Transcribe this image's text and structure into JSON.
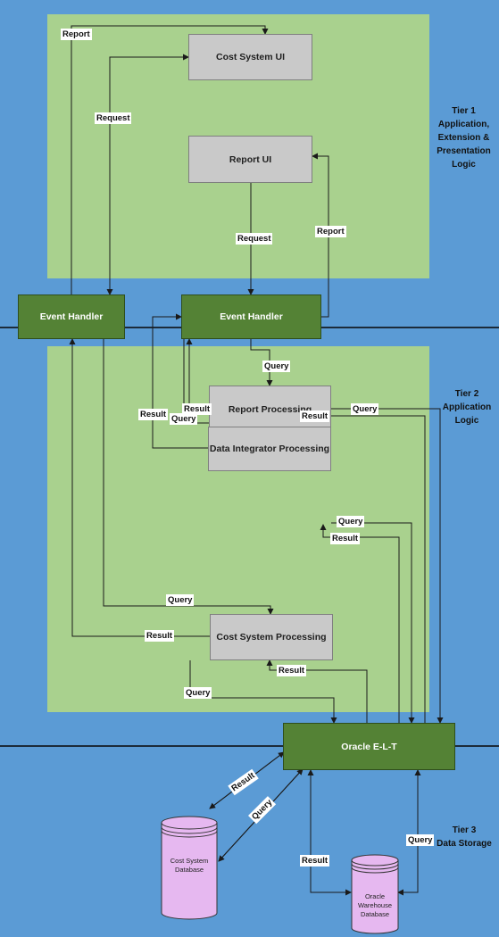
{
  "tiers": {
    "tier1": [
      "Tier 1 Application,",
      "Extension &",
      "Presentation Logic"
    ],
    "tier2": [
      "Tier 2",
      "Application",
      "Logic"
    ],
    "tier3": [
      "Tier 3",
      "Data Storage"
    ]
  },
  "nodes": {
    "cost_system_ui": "Cost System UI",
    "report_ui": "Report UI",
    "event_handler_left": "Event Handler",
    "event_handler_right": "Event Handler",
    "report_processing": "Report Processing",
    "data_integrator_processing": "Data Integrator Processing",
    "cost_system_processing": "Cost System Processing",
    "oracle_elt": "Oracle E-L-T",
    "cost_system_db": [
      "Cost System",
      "Database"
    ],
    "oracle_warehouse_db": [
      "Oracle Warehouse",
      "Database"
    ]
  },
  "edge_labels": {
    "report_top": "Report",
    "request_left": "Request",
    "request_mid": "Request",
    "report_right": "Report",
    "query_rp": "Query",
    "result_rp_left": "Result",
    "query_rp_right": "Query",
    "result_rp_bottom": "Result",
    "result_left": "Result",
    "query_mid": "Query",
    "query_di": "Query",
    "result_di": "Result",
    "query_csp": "Query",
    "result_csp_left": "Result",
    "result_csp_bottom": "Result",
    "query_bottom": "Query",
    "result_db1": "Result",
    "query_db1": "Query",
    "result_db2": "Result",
    "query_db2": "Query"
  },
  "colors": {
    "background": "#5b9bd5",
    "tier_panel": "#a9d18e",
    "process_box": "#c9c9c9",
    "handler_box": "#548235",
    "database": "#e6b8f0"
  }
}
